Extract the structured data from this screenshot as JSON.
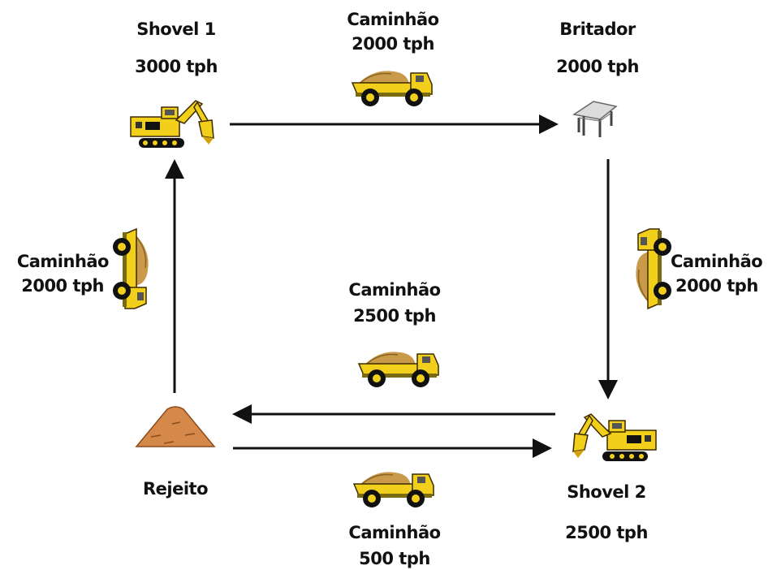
{
  "nodes": {
    "shovel1": {
      "name": "Shovel 1",
      "rate": "3000 tph",
      "icon": "shovel-excavator-icon"
    },
    "britador": {
      "name": "Britador",
      "rate": "2000 tph",
      "icon": "crusher-shed-icon"
    },
    "shovel2": {
      "name": "Shovel 2",
      "rate": "2500 tph",
      "icon": "shovel-excavator-icon"
    },
    "rejeito": {
      "name": "Rejeito",
      "icon": "waste-pile-icon"
    }
  },
  "links": {
    "top": {
      "name": "Caminhão",
      "rate": "2000 tph",
      "from": "Shovel 1",
      "to": "Britador",
      "icon": "dump-truck-icon"
    },
    "right": {
      "name": "Caminhão",
      "rate": "2000 tph",
      "from": "Britador",
      "to": "Shovel 2",
      "icon": "dump-truck-icon"
    },
    "left": {
      "name": "Caminhão",
      "rate": "2000 tph",
      "from": "Rejeito",
      "to": "Shovel 1",
      "icon": "dump-truck-icon"
    },
    "middle": {
      "name": "Caminhão",
      "rate": "2500 tph",
      "from": "Shovel 2",
      "to": "Rejeito",
      "icon": "dump-truck-icon"
    },
    "bottom": {
      "name": "Caminhão",
      "rate": "500 tph",
      "from": "Rejeito",
      "to": "Shovel 2",
      "icon": "dump-truck-icon"
    }
  },
  "colors": {
    "machine_yellow": "#f2cf1a",
    "ore_brown": "#c99a4a",
    "pile": "#d4884a",
    "arrow": "#111111"
  }
}
